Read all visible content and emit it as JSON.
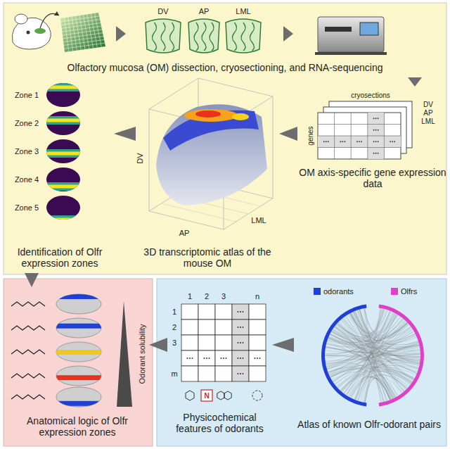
{
  "diagram": {
    "nodes": [
      {
        "text": [
          "Olfactory mucosa (OM) dissection, cryosectioning, and RNA-sequencing"
        ]
      },
      {
        "text": [
          "OM axis-specific gene expression data"
        ]
      },
      {
        "text": [
          "3D transcriptomic atlas of the mouse OM"
        ]
      },
      {
        "text": [
          "Identification of Olfr expression zones"
        ]
      },
      {
        "text": [
          "Atlas of known Olfr-odorant pairs"
        ]
      },
      {
        "text": [
          "Physicochemical features of odorants"
        ]
      },
      {
        "text": [
          "Anatomical logic of Olfr expression zones"
        ]
      }
    ],
    "edges": [
      {
        "from": 0,
        "to": 1,
        "arrow": "to"
      },
      {
        "from": 1,
        "to": 2,
        "arrow": "to"
      },
      {
        "from": 2,
        "to": 3,
        "arrow": "to"
      },
      {
        "from": 3,
        "to": 6,
        "arrow": "to"
      },
      {
        "from": 4,
        "to": 5,
        "arrow": "to"
      },
      {
        "from": 5,
        "to": 6,
        "arrow": "to"
      }
    ],
    "labels": [
      "DV",
      "AP",
      "LML",
      "cryosections",
      "DV",
      "AP",
      "LML",
      "genes",
      "DV",
      "AP",
      "LML",
      "Zone 1",
      "Zone 2",
      "Zone 3",
      "Zone 4",
      "Zone 5",
      "1",
      "2",
      "3",
      "n",
      "1",
      "2",
      "3",
      "m",
      "N",
      "Odorant solubility"
    ],
    "legend": [
      {
        "text": "odorants",
        "color": "#1f3fd6"
      },
      {
        "text": "Olfrs",
        "color": "#e040c8"
      }
    ]
  }
}
